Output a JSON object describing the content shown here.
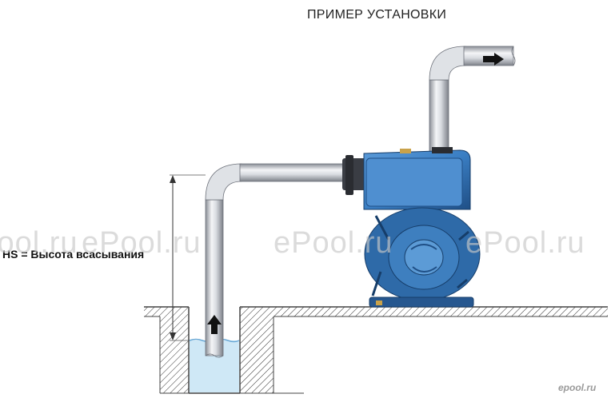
{
  "diagram": {
    "title": "ПРИМЕР УСТАНОВКИ",
    "suction_label": "HS = Высота всасывания"
  },
  "watermarks": {
    "main": [
      "ePool.ru",
      "ePool.ru",
      "ePool.ru",
      "ePool.ru"
    ],
    "corner": "epool.ru"
  },
  "colors": {
    "pipe_light": "#eef0f3",
    "pipe_dark": "#7c8088",
    "pump_blue": "#3b7fc4",
    "pump_dark": "#1f4f86",
    "water": "#cfe8f6",
    "ground_line": "#444444"
  },
  "icons": {
    "flow_up": "arrow-up-icon",
    "flow_right": "arrow-right-icon"
  }
}
